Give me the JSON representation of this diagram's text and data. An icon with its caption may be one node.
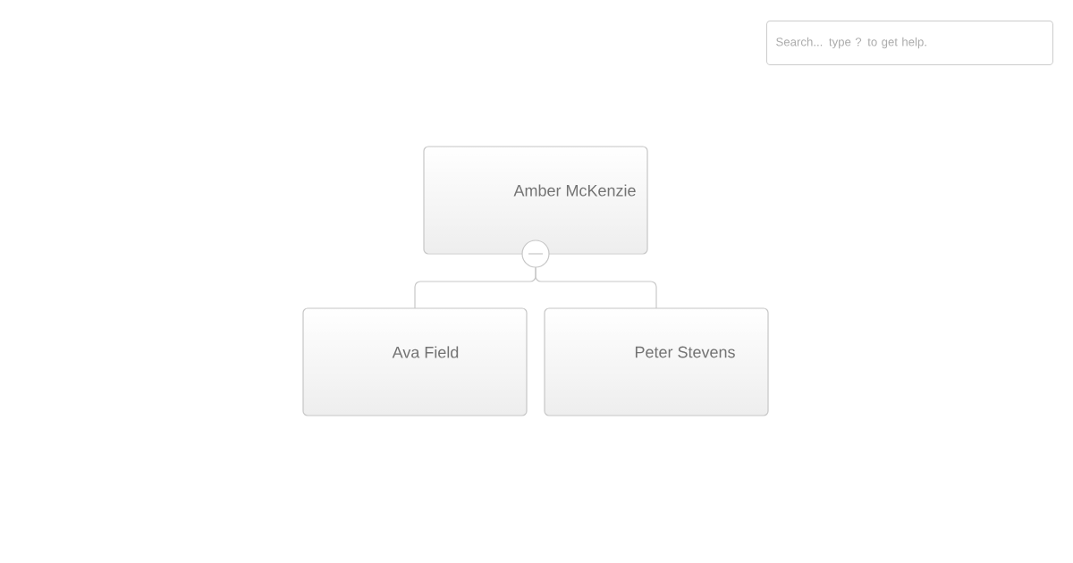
{
  "diagram": {
    "nodes": [
      {
        "text": [
          "Amber McKenzie"
        ]
      },
      {
        "text": [],
        "shape": "circle"
      },
      {
        "text": [
          "Ava Field"
        ]
      },
      {
        "text": [
          "Peter Stevens"
        ]
      }
    ],
    "edges": [
      {
        "from": 1,
        "to": 2,
        "arrow": "none"
      },
      {
        "from": 1,
        "to": 3,
        "arrow": "none"
      }
    ],
    "labels": [
      "Search... type ? to get help."
    ]
  }
}
